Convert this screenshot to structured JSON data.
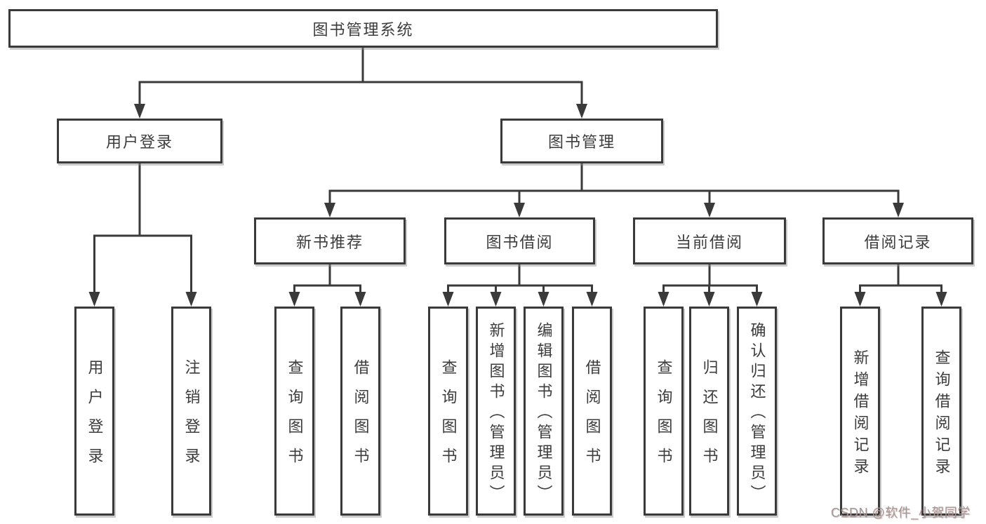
{
  "colors": {
    "line": "#3a3a3a",
    "box_border": "#3a3a3a",
    "text": "#3c3c3c",
    "background": "#ffffff",
    "watermark": "#9a9a9a"
  },
  "tree": {
    "root": {
      "label": "图书管理系统"
    },
    "children": [
      {
        "label": "用户登录",
        "children": [
          {
            "label": "用户登录"
          },
          {
            "label": "注销登录"
          }
        ]
      },
      {
        "label": "图书管理",
        "children": [
          {
            "label": "新书推荐",
            "children": [
              {
                "label": "查询图书"
              },
              {
                "label": "借阅图书"
              }
            ]
          },
          {
            "label": "图书借阅",
            "children": [
              {
                "label": "查询图书"
              },
              {
                "label": "新增图书（管理员）"
              },
              {
                "label": "编辑图书（管理员）"
              },
              {
                "label": "借阅图书"
              }
            ]
          },
          {
            "label": "当前借阅",
            "children": [
              {
                "label": "查询图书"
              },
              {
                "label": "归还图书"
              },
              {
                "label": "确认归还（管理员）"
              }
            ]
          },
          {
            "label": "借阅记录",
            "children": [
              {
                "label": "新增借阅记录"
              },
              {
                "label": "查询借阅记录"
              }
            ]
          }
        ]
      }
    ]
  },
  "watermark": {
    "text": "CSDN @软件_小贺同学"
  }
}
